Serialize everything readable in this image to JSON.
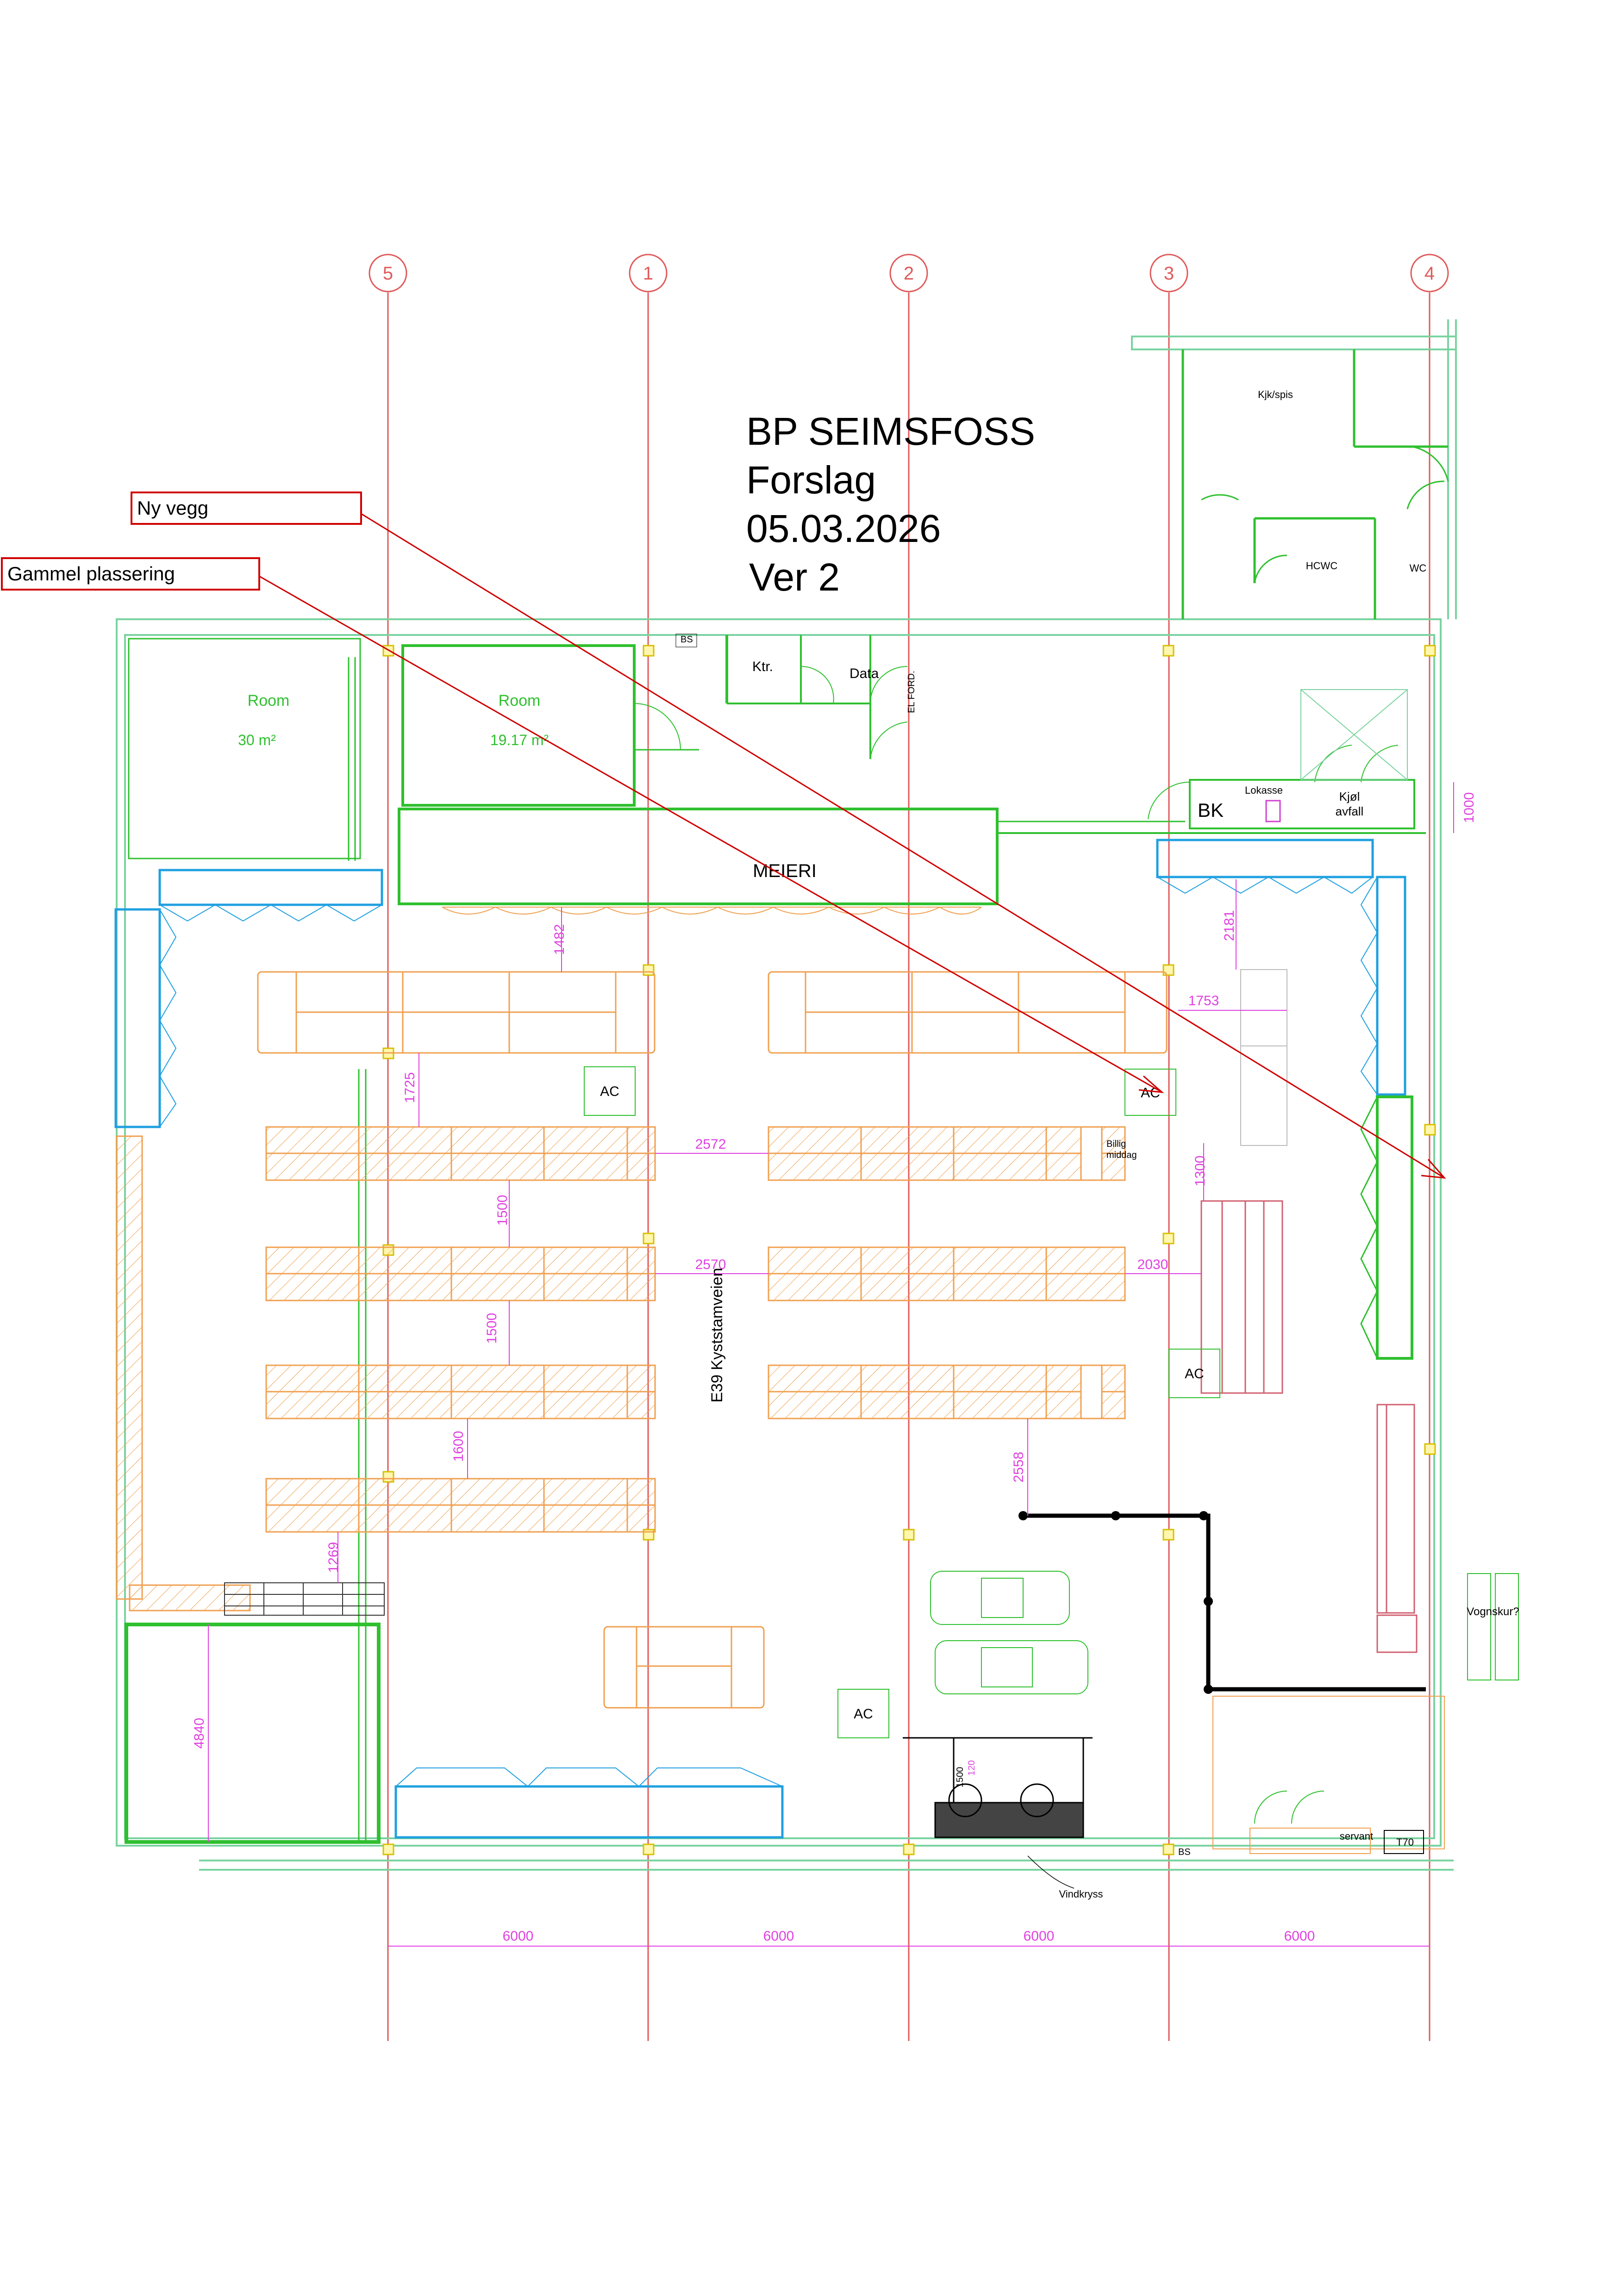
{
  "title": {
    "line1": "BP SEIMSFOSS",
    "line2": "Forslag",
    "line3": "05.03.2026",
    "line4": "Ver 2"
  },
  "callouts": {
    "new_wall": "Ny vegg",
    "old_position": "Gammel plassering"
  },
  "grid_axes": [
    "5",
    "1",
    "2",
    "3",
    "4"
  ],
  "rooms": {
    "room1_label": "Room",
    "room1_area": "30 m²",
    "room2_label": "Room",
    "room2_area": "19.17 m²",
    "office": "Ktr.",
    "data": "Data",
    "electric": "EL FORD.",
    "kitchen": "Kjk/spis",
    "hcwc": "HCWC",
    "wc": "WC",
    "dairy": "MEIERI",
    "bk": "BK",
    "lokasse": "Lokasse",
    "cold_waste": "Kjøl",
    "cold_waste2": "avfall",
    "bs_top": "BS",
    "bs_bottom": "BS",
    "billig": "Billig",
    "middag": "middag",
    "road": "E39 Kyststamveien",
    "wagon_shed": "Vognskur?",
    "sink": "servant",
    "t70": "T70",
    "wind_brace": "Vindkryss"
  },
  "ac_units": [
    "AC",
    "AC",
    "AC",
    "AC"
  ],
  "dimensions": {
    "d1000": "1000",
    "d1482": "1482",
    "d2181": "2181",
    "d1753": "1753",
    "d1725": "1725",
    "d2572": "2572",
    "d1300": "1300",
    "d1500a": "1500",
    "d2570": "2570",
    "d2030": "2030",
    "d1500b": "1500",
    "d1600": "1600",
    "d2558": "2558",
    "d1269": "1269",
    "d4840": "4840",
    "d1500c": "1500",
    "d120": "120",
    "bays": [
      "6000",
      "6000",
      "6000",
      "6000"
    ]
  },
  "colors": {
    "grid": "#e05a5a",
    "wall": "#2fc02f",
    "wall_light": "#7ad3a0",
    "shelf": "#f0a050",
    "freezer": "#1fa0e0",
    "dimension": "#e040e0",
    "callout": "#d00000",
    "column": "#d8c000",
    "pink": "#d06070"
  }
}
